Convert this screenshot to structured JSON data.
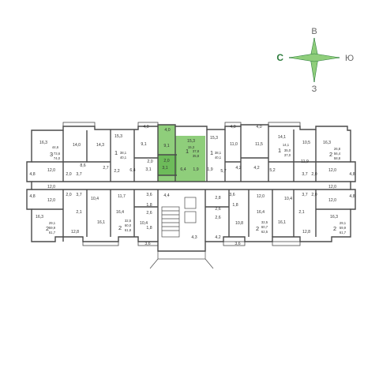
{
  "compass": {
    "north": "С",
    "east": "В",
    "south": "Ю",
    "west": "З"
  },
  "colors": {
    "highlight": "#8fce7b",
    "highlight_dark": "#4caf50",
    "wall": "#4a4a4a",
    "compass_green": "#2e7d3e"
  },
  "highlighted_apartment": {
    "rooms": "1",
    "total_area": "37,8",
    "living_area": "15,3",
    "kitchen_area": "9,1",
    "extra_area": "35,8"
  },
  "labels": {
    "a_top_left_large": "16,3",
    "a_top_left_total": "44,6",
    "a_top_left_rooms": "3",
    "a_top_left_area": "73,6",
    "a_top_left_liv": "74,0",
    "a_14_0": "14,0",
    "a_14_3": "14,3",
    "a_15_3_l": "15,3",
    "a_1_l": "1",
    "a_38_1": "38,1",
    "a_40_1": "40,1",
    "a_4_0_a": "4,0",
    "a_4_0_b": "4,0",
    "a_9_1": "9,1",
    "a_9_1_h": "9,1",
    "a_15_3_h": "15,3",
    "a_15_3_r": "15,3",
    "a_1_r": "1",
    "a_38_1_r": "38,1",
    "a_40_1_r": "40,1",
    "a_11_0": "11,0",
    "a_11_5": "11,5",
    "a_4_0_c": "4,0",
    "a_4_0_d": "4,0",
    "a_14_1": "14,1",
    "a_14_1b": "14,1",
    "a_1_r2": "1",
    "a_35_0": "35,0",
    "a_37_0": "37,0",
    "a_10_5": "10,5",
    "a_16_3_r": "16,3",
    "a_26_8": "26,8",
    "a_2_r": "2",
    "a_56_4": "56,4",
    "a_58_8": "58,8",
    "a_8_6": "8,6",
    "a_2_7": "2,7",
    "a_2_2": "2,2",
    "a_6_4": "6,4",
    "a_2_0": "2,0",
    "a_3_1": "3,1",
    "a_2_0_h": "2,0",
    "a_3_1_h": "3,1",
    "a_6_4_h": "6,4",
    "a_1_9": "1,9",
    "a_1_9_b": "1,9",
    "a_5_7": "5,7",
    "a_4_2": "4,2",
    "a_4_2_b": "4,2",
    "a_5_2": "5,2",
    "a_11_9": "11,9",
    "a_12_0_r": "12,0",
    "a_4_8_r": "4,8",
    "a_4_8_l": "4,8",
    "a_12_0_l": "12,0",
    "a_2_0_l": "2,0",
    "a_3_7_l": "3,7",
    "a_3_7_r": "3,7",
    "a_2_0_r": "2,0",
    "a_12_0_l2": "12,0",
    "a_12_0_r2": "12,0",
    "a_4_8_l2": "4,8",
    "a_4_8_r2": "4,8",
    "a_12_0_l3": "12,0",
    "a_12_0_r3": "12,0",
    "a_2_0_l2": "2,0",
    "a_3_7_l2": "3,7",
    "a_3_7_r2": "3,7",
    "a_2_0_r2": "2,0",
    "a_10_4_l": "10,4",
    "a_11_7": "11,7",
    "a_3_6_a": "3,6",
    "a_1_8_a": "1,8",
    "a_4_4": "4,4",
    "a_2_8": "2,8",
    "a_3_6_b": "3,6",
    "a_1_8_b": "1,8",
    "a_12_0_c": "12,0",
    "a_10_4_r": "10,4",
    "a_16_3_bl": "16,3",
    "a_2_1_l": "2,1",
    "a_29_1_l": "29,1",
    "a_2_bl": "2",
    "a_59_9_l": "59,9",
    "a_61_7_l": "61,7",
    "a_12_8_l": "12,8",
    "a_16_1_l": "16,1",
    "a_16_4_l": "16,4",
    "a_32_5_l": "32,5",
    "a_2_l2": "2",
    "a_60_0_l": "60,0",
    "a_61_8_l": "61,8",
    "a_2_6_l": "2,6",
    "a_10_4_bl": "10,4",
    "a_1_8_l": "1,8",
    "a_2_6_r": "2,6",
    "a_2_6_r2": "2,6",
    "a_10_8": "10,8",
    "a_16_4_r": "16,4",
    "a_32_5_r": "32,5",
    "a_2_r2": "2",
    "a_60_7": "60,7",
    "a_62_5": "62,5",
    "a_16_1_r": "16,1",
    "a_2_1_r": "2,1",
    "a_12_8_r": "12,8",
    "a_16_3_br": "16,3",
    "a_29_1_r": "29,1",
    "a_2_br": "2",
    "a_59_9_r": "59,9",
    "a_61_7_r": "61,7",
    "a_4_3": "4,3",
    "a_4_2_c": "4,2",
    "a_3_6_bl": "3,6",
    "a_3_6_br": "3,6"
  }
}
